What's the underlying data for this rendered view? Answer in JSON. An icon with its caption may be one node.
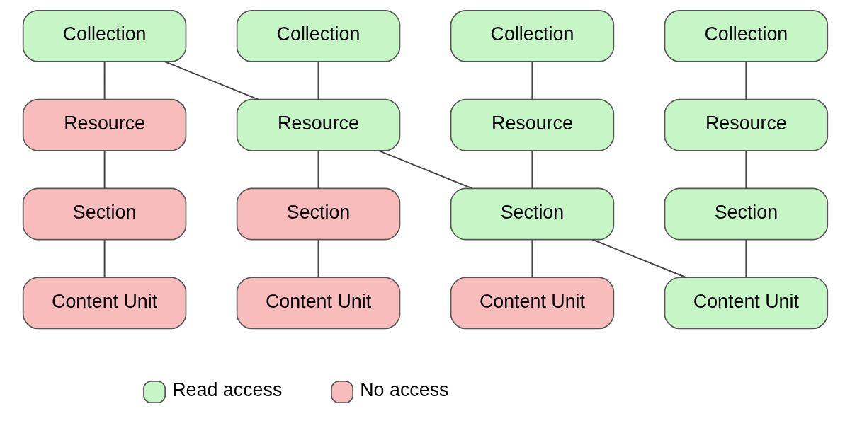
{
  "diagram": {
    "nodes": [
      {
        "text": [
          "Collection"
        ]
      },
      {
        "text": [
          "Collection"
        ]
      },
      {
        "text": [
          "Collection"
        ]
      },
      {
        "text": [
          "Collection"
        ]
      },
      {
        "text": [
          "Resource"
        ]
      },
      {
        "text": [
          "Resource"
        ]
      },
      {
        "text": [
          "Resource"
        ]
      },
      {
        "text": [
          "Resource"
        ]
      },
      {
        "text": [
          "Section"
        ]
      },
      {
        "text": [
          "Section"
        ]
      },
      {
        "text": [
          "Section"
        ]
      },
      {
        "text": [
          "Section"
        ]
      },
      {
        "text": [
          "Content Unit"
        ]
      },
      {
        "text": [
          "Content Unit"
        ]
      },
      {
        "text": [
          "Content Unit"
        ]
      },
      {
        "text": [
          "Content Unit"
        ]
      }
    ],
    "edges": [
      {
        "from": 0,
        "to": 4,
        "arrow": "none"
      },
      {
        "from": 1,
        "to": 5,
        "arrow": "none"
      },
      {
        "from": 2,
        "to": 6,
        "arrow": "none"
      },
      {
        "from": 3,
        "to": 7,
        "arrow": "none"
      },
      {
        "from": 0,
        "to": 5,
        "arrow": "none"
      },
      {
        "from": 4,
        "to": 8,
        "arrow": "none"
      },
      {
        "from": 5,
        "to": 9,
        "arrow": "none"
      },
      {
        "from": 6,
        "to": 10,
        "arrow": "none"
      },
      {
        "from": 7,
        "to": 11,
        "arrow": "none"
      },
      {
        "from": 5,
        "to": 10,
        "arrow": "none"
      },
      {
        "from": 8,
        "to": 12,
        "arrow": "none"
      },
      {
        "from": 9,
        "to": 13,
        "arrow": "none"
      },
      {
        "from": 10,
        "to": 14,
        "arrow": "none"
      },
      {
        "from": 11,
        "to": 15,
        "arrow": "none"
      },
      {
        "from": 10,
        "to": 15,
        "arrow": "none"
      }
    ],
    "legend": [
      {
        "text": "Read access",
        "color": "#c6f5c6"
      },
      {
        "text": "No access",
        "color": "#f8bcbc"
      }
    ]
  }
}
